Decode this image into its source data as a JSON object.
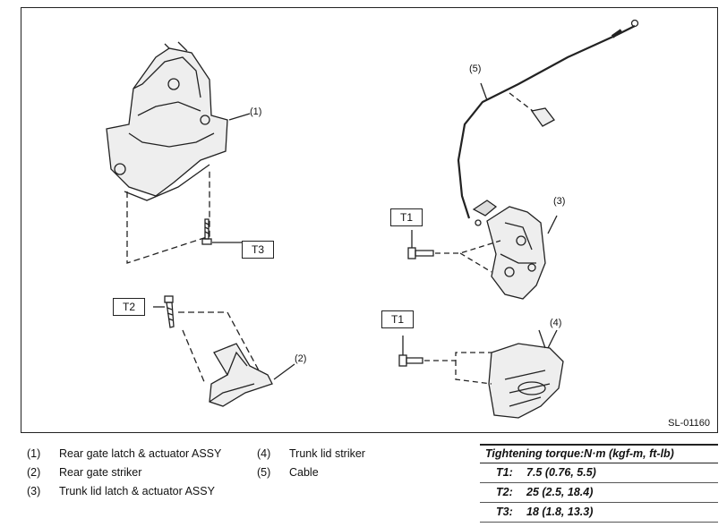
{
  "figure": {
    "code": "SL-01160",
    "callouts": [
      "(1)",
      "(2)",
      "(3)",
      "(4)",
      "(5)"
    ],
    "torque_tags": [
      "T1",
      "T1",
      "T2",
      "T3"
    ]
  },
  "legend": [
    {
      "num": "(1)",
      "text": "Rear gate latch & actuator ASSY"
    },
    {
      "num": "(2)",
      "text": "Rear gate striker"
    },
    {
      "num": "(3)",
      "text": "Trunk lid latch & actuator ASSY"
    },
    {
      "num": "(4)",
      "text": "Trunk lid striker"
    },
    {
      "num": "(5)",
      "text": "Cable"
    }
  ],
  "torque": {
    "heading": "Tightening torque:N·m (kgf-m, ft-lb)",
    "rows": [
      {
        "key": "T1:",
        "value": "7.5 (0.76, 5.5)"
      },
      {
        "key": "T2:",
        "value": "25 (2.5, 18.4)"
      },
      {
        "key": "T3:",
        "value": "18 (1.8, 13.3)"
      }
    ]
  }
}
